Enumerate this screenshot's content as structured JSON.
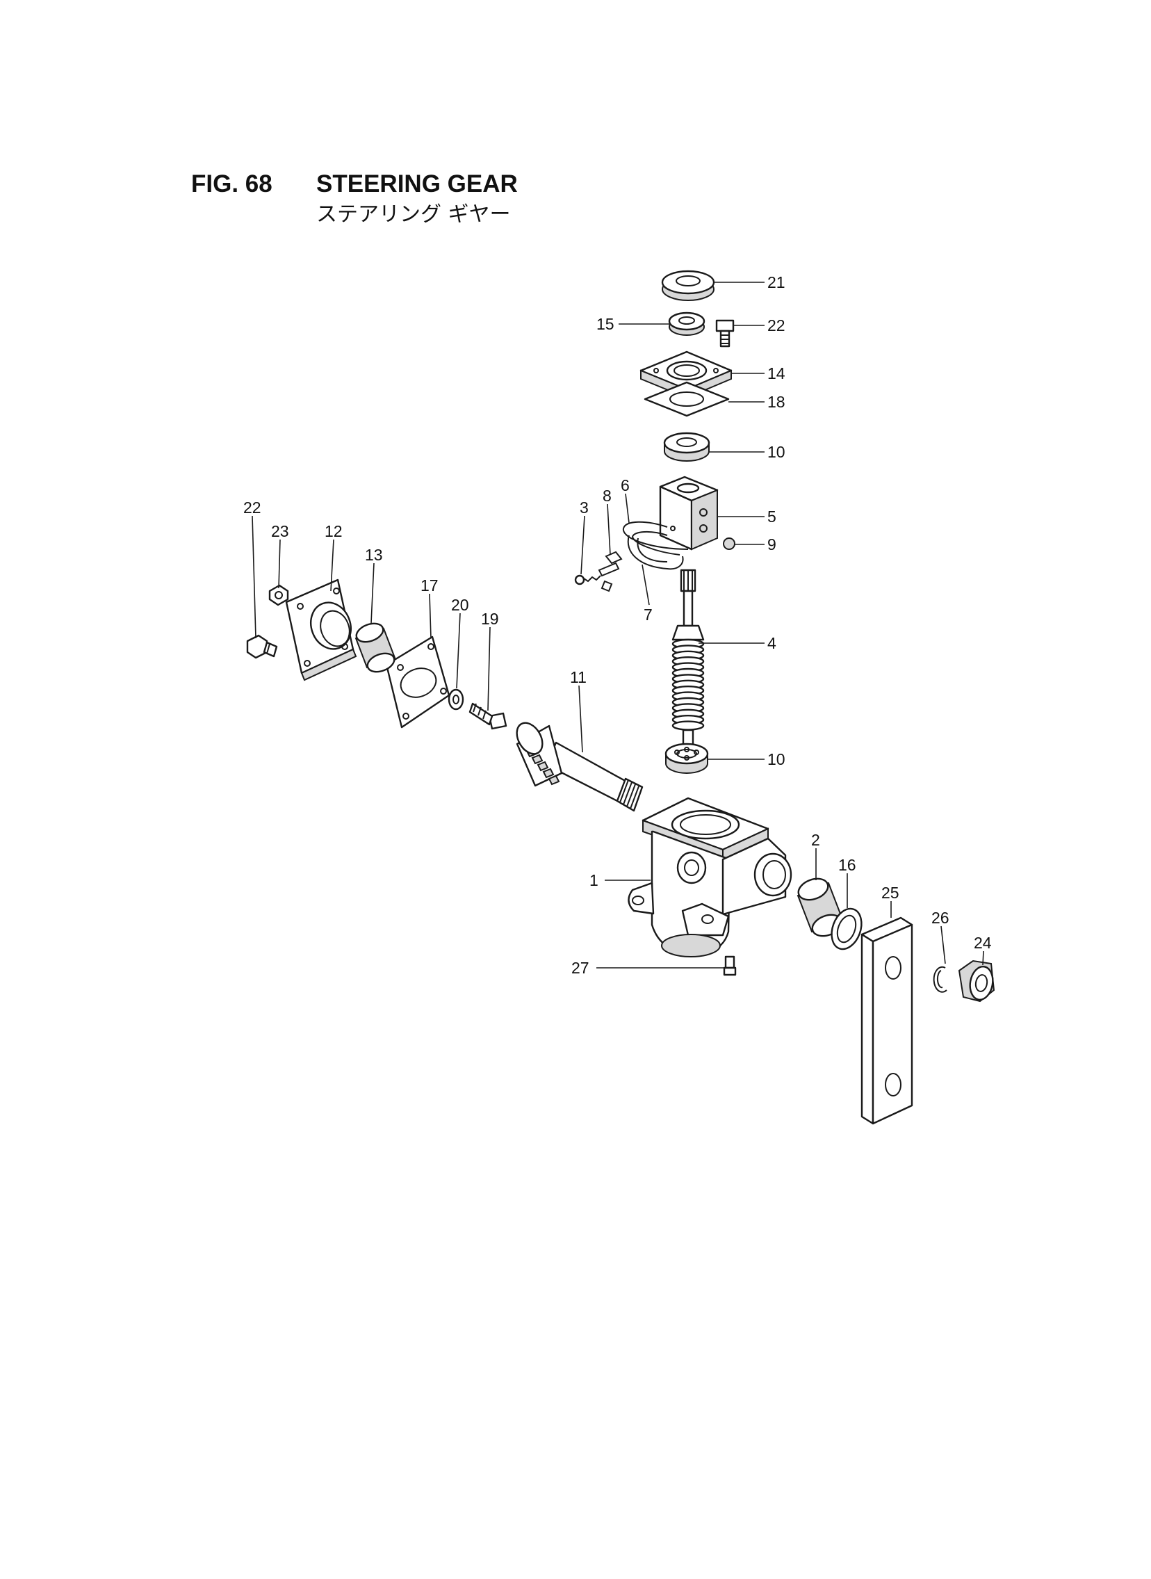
{
  "header": {
    "figure_number": "FIG. 68",
    "title": "STEERING GEAR",
    "title_jp": "ステアリング ギヤー"
  },
  "callouts": [
    "21",
    "15",
    "22",
    "14",
    "18",
    "10",
    "5",
    "9",
    "6",
    "8",
    "3",
    "7",
    "4",
    "10",
    "22",
    "23",
    "12",
    "13",
    "17",
    "20",
    "19",
    "11",
    "2",
    "16",
    "1",
    "25",
    "26",
    "24",
    "27"
  ]
}
